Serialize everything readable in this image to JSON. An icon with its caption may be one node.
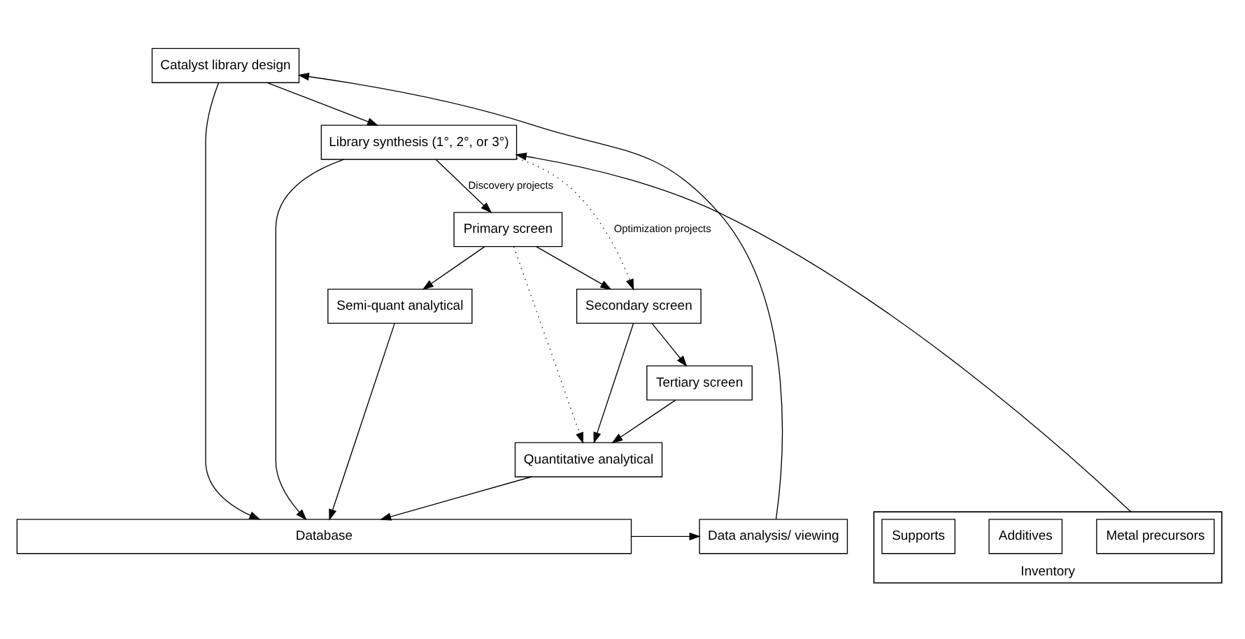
{
  "diagram": {
    "nodes": [
      {
        "text": [
          "Catalyst library design"
        ]
      },
      {
        "text": [
          "Library synthesis (1°, 2°, or 3°)"
        ]
      },
      {
        "text": [
          "Primary screen"
        ]
      },
      {
        "text": [
          "Secondary screen"
        ]
      },
      {
        "text": [
          "Tertiary screen"
        ]
      },
      {
        "text": [
          "Inventory"
        ]
      },
      {
        "text": [
          "Metal precursors"
        ],
        "in": 5
      },
      {
        "text": [
          "Additives"
        ],
        "in": 5
      },
      {
        "text": [
          "Supports"
        ],
        "in": 5
      },
      {
        "text": [
          "Semi-quant analytical"
        ]
      },
      {
        "text": [
          "Quantitative analytical"
        ]
      },
      {
        "text": [
          "Data analysis/ viewing"
        ]
      },
      {
        "text": [
          "Database"
        ]
      }
    ],
    "edges": [
      {
        "from": 0,
        "to": 1,
        "arrow": "to"
      },
      {
        "from": 5,
        "to": 1,
        "arrow": "to"
      },
      {
        "from": 1,
        "to": 2,
        "arrow": "to",
        "label": "Discovery projects"
      },
      {
        "from": 1,
        "to": 3,
        "arrow": "to",
        "label": "Optimization projects",
        "style": "dashed"
      },
      {
        "from": 2,
        "to": 3,
        "arrow": "to"
      },
      {
        "from": 3,
        "to": 4,
        "arrow": "to"
      },
      {
        "from": 2,
        "to": 9,
        "arrow": "to"
      },
      {
        "from": 2,
        "to": 10,
        "arrow": "to",
        "style": "dashed"
      },
      {
        "from": 3,
        "to": 10,
        "arrow": "to"
      },
      {
        "from": 4,
        "to": 10,
        "arrow": "to"
      },
      {
        "from": 9,
        "to": 12,
        "arrow": "to"
      },
      {
        "from": 10,
        "to": 12,
        "arrow": "to"
      },
      {
        "from": 0,
        "to": 12,
        "arrow": "to"
      },
      {
        "from": 1,
        "to": 12,
        "arrow": "to"
      },
      {
        "from": 12,
        "to": 11,
        "arrow": "to"
      },
      {
        "from": 11,
        "to": 0,
        "arrow": "to"
      }
    ]
  }
}
